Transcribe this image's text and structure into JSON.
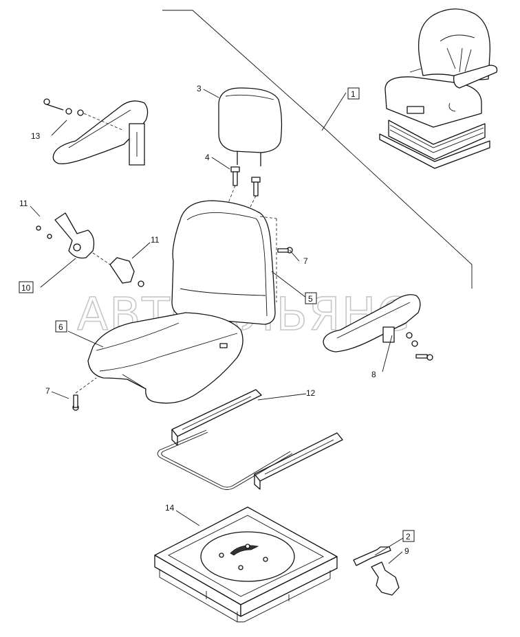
{
  "callouts": {
    "c1": "1",
    "c2": "2",
    "c3": "3",
    "c4": "4",
    "c5": "5",
    "c6": "6",
    "c7a": "7",
    "c7b": "7",
    "c8": "8",
    "c9": "9",
    "c10": "10",
    "c11a": "11",
    "c11b": "11",
    "c12": "12",
    "c13": "13",
    "c14": "14"
  },
  "watermark": "АВТОАЛЬЯНС"
}
